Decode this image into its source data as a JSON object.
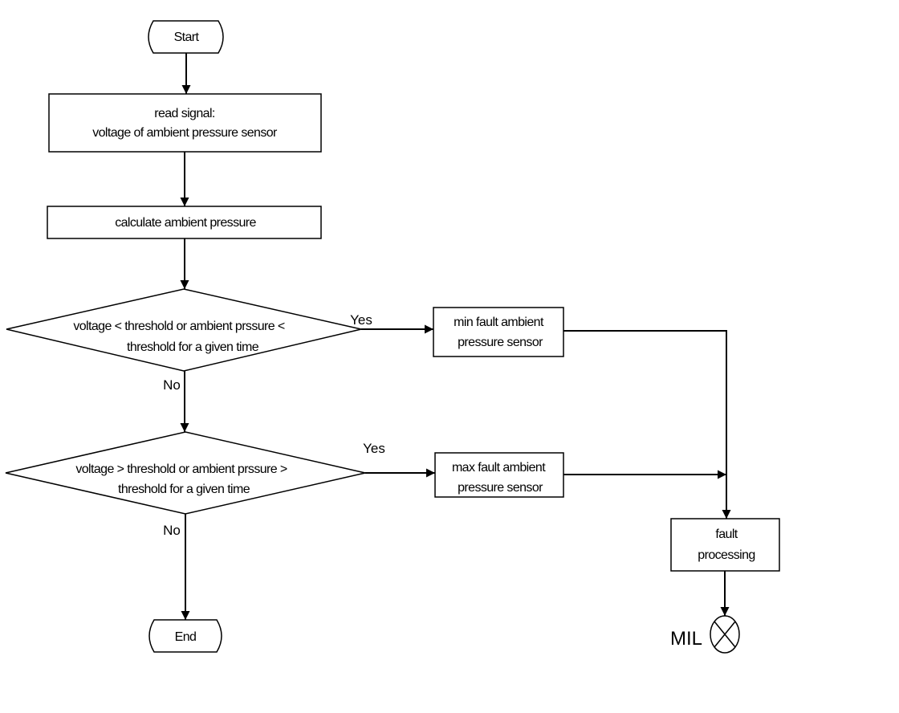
{
  "nodes": {
    "start": "Start",
    "read_signal_line1": "read signal:",
    "read_signal_line2": "voltage of ambient pressure sensor",
    "calculate": "calculate ambient pressure",
    "decision_min_line1": "voltage < threshold or ambient prssure <",
    "decision_min_line2": "threshold for a given time",
    "decision_max_line1": "voltage > threshold or ambient prssure >",
    "decision_max_line2": "threshold for a given time",
    "min_fault_line1": "min fault ambient",
    "min_fault_line2": "pressure sensor",
    "max_fault_line1": "max fault ambient",
    "max_fault_line2": "pressure sensor",
    "fault_processing_line1": "fault",
    "fault_processing_line2": "processing",
    "end": "End",
    "mil": "MIL"
  },
  "edge_labels": {
    "yes_1": "Yes",
    "no_1": "No",
    "yes_2": "Yes",
    "no_2": "No"
  }
}
